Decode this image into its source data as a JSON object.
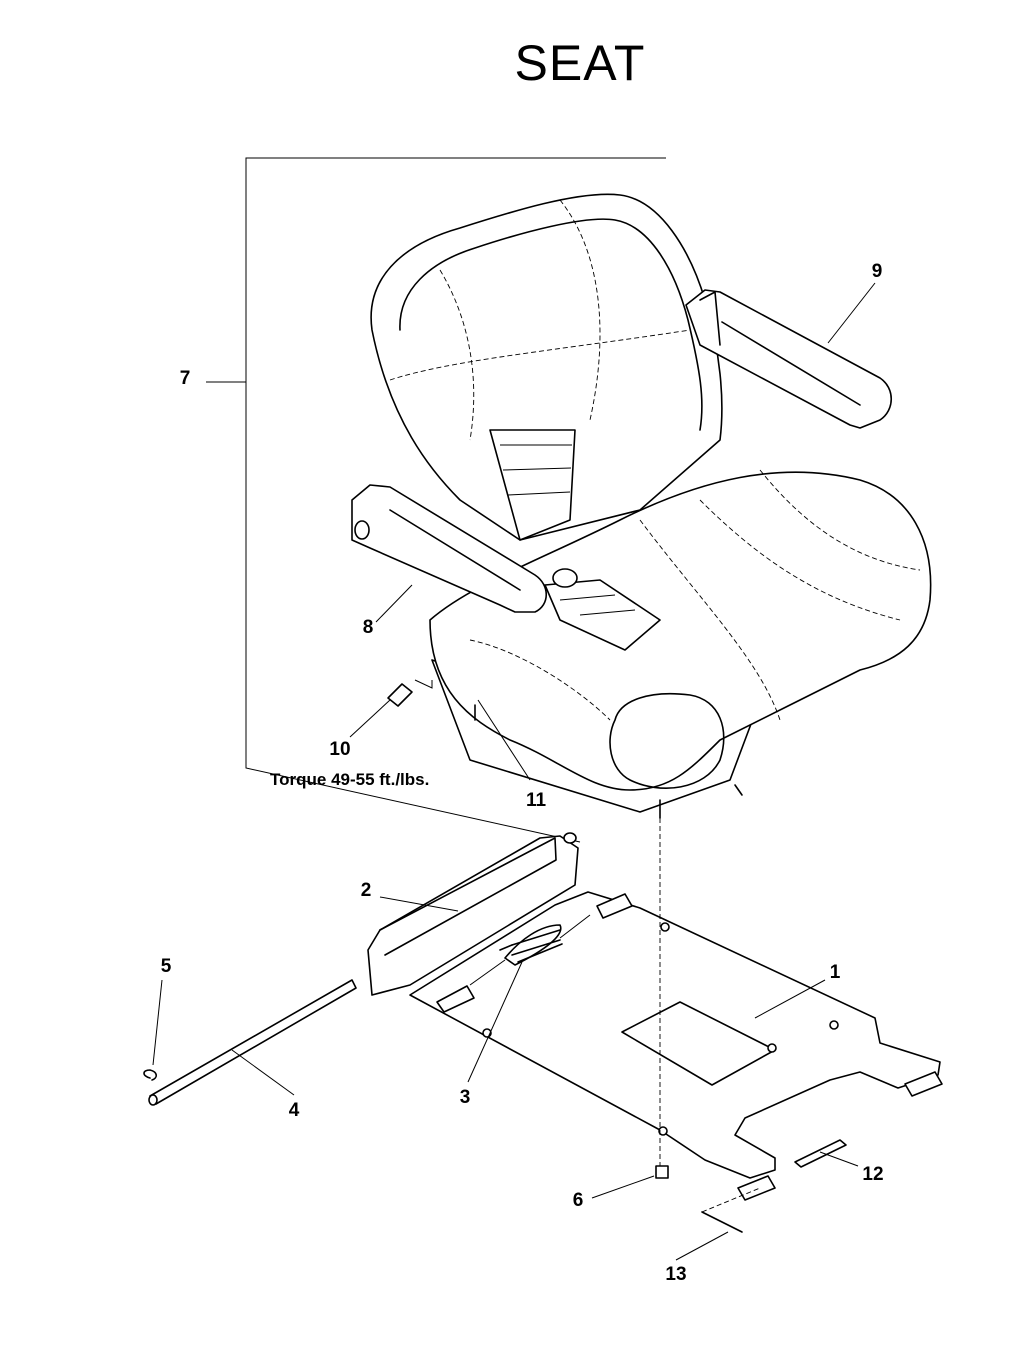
{
  "title": "SEAT",
  "note": "Torque 49-55 ft./lbs.",
  "callouts": {
    "c1": "1",
    "c2": "2",
    "c3": "3",
    "c4": "4",
    "c5": "5",
    "c6": "6",
    "c7": "7",
    "c8": "8",
    "c9": "9",
    "c10": "10",
    "c11": "11",
    "c12": "12",
    "c13": "13"
  }
}
